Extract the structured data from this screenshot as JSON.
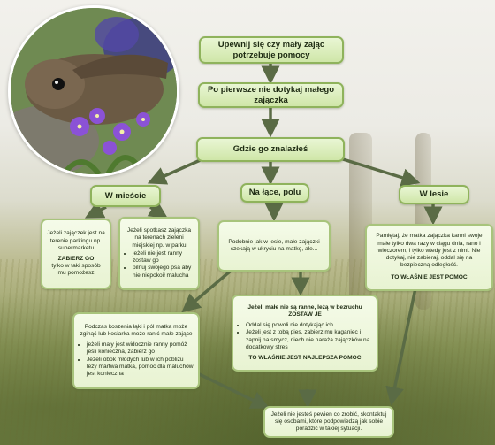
{
  "nodes": {
    "top1": "Upewnij się czy mały zając potrzebuje pomocy",
    "top2": "Po pierwsze nie dotykaj małego zajączka",
    "where": "Gdzie go znalazłeś",
    "city": "W mieście",
    "meadow": "Na łące, polu",
    "forest": "W lesie",
    "city_parking": {
      "text": "Jeżeli zajączek jest na terenie parkingu np. supermarketu",
      "emph": "ZABIERZ GO",
      "after": "tylko w taki sposób mu pomożesz"
    },
    "city_park": {
      "intro": "Jeżeli spotkasz zajączka na terenach zieleni miejskiej np. w parku",
      "items": [
        "jeżeli nie jest ranny zostaw go",
        "pilnuj swojego psa aby nie niepokoił malucha"
      ]
    },
    "meadow_info": "Podobnie jak w lesie, małe zajączki czekają w ukryciu na matkę, ale...",
    "mowing": {
      "intro": "Podczas koszenia łąki i pól matka może zginąć lub kosiarka może ranić małe zające",
      "items": [
        "jeżeli mały jest widocznie ranny pomóż jeśli konieczna, zabierz go",
        "Jeżeli obok młodych lub w ich pobliżu leży martwa matka, pomoc dla maluchów jest konieczna"
      ]
    },
    "safe": {
      "intro": "Jeżeli małe nie są ranne, leżą w bezruchu",
      "emph": "ZOSTAW JE",
      "items": [
        "Oddal się powoli nie dotykając ich",
        "Jeżeli jest z tobą pies, zabierz mu kaganiec i zapnij na smycz, niech nie naraża zajączków na dodatkowy stres"
      ],
      "footer": "TO WŁAŚNIE JEST NAJLEPSZA POMOC"
    },
    "forest_info": {
      "text": "Pamiętaj, że matka zajączka karmi swoje małe tylko dwa razy w ciągu dnia, rano i wieczorem, i tylko wtedy jest z nimi. Nie dotykaj, nie zabieraj, oddal się na bezpieczną odległość.",
      "footer": "TO WŁAŚNIE JEST POMOC"
    },
    "final": "Jeżeli nie jesteś pewien co zrobić, skontaktuj się osobami, które podpowiedzą jak sobie poradzić w takiej sytuacji."
  },
  "colors": {
    "node_fill": "#e8f3d2",
    "node_border": "#a8c47c",
    "arrow": "#5a6b45"
  }
}
